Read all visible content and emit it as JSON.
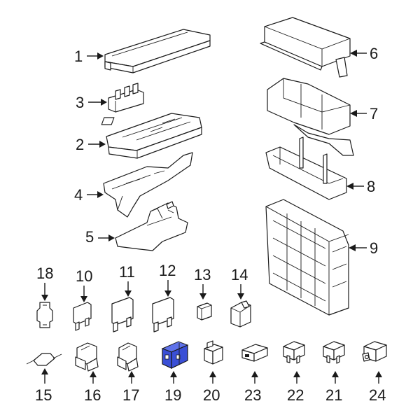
{
  "callouts": {
    "c1": "1",
    "c2": "2",
    "c3": "3",
    "c4": "4",
    "c5": "5",
    "c6": "6",
    "c7": "7",
    "c8": "8",
    "c9": "9",
    "c10": "10",
    "c11": "11",
    "c12": "12",
    "c13": "13",
    "c14": "14",
    "c15": "15",
    "c16": "16",
    "c17": "17",
    "c18": "18",
    "c19": "19",
    "c20": "20",
    "c21": "21",
    "c22": "22",
    "c23": "23",
    "c24": "24"
  },
  "colors": {
    "line": "#1a1a1a",
    "highlight": "#3a4fd6",
    "background": "#ffffff"
  },
  "highlighted_part": "19"
}
